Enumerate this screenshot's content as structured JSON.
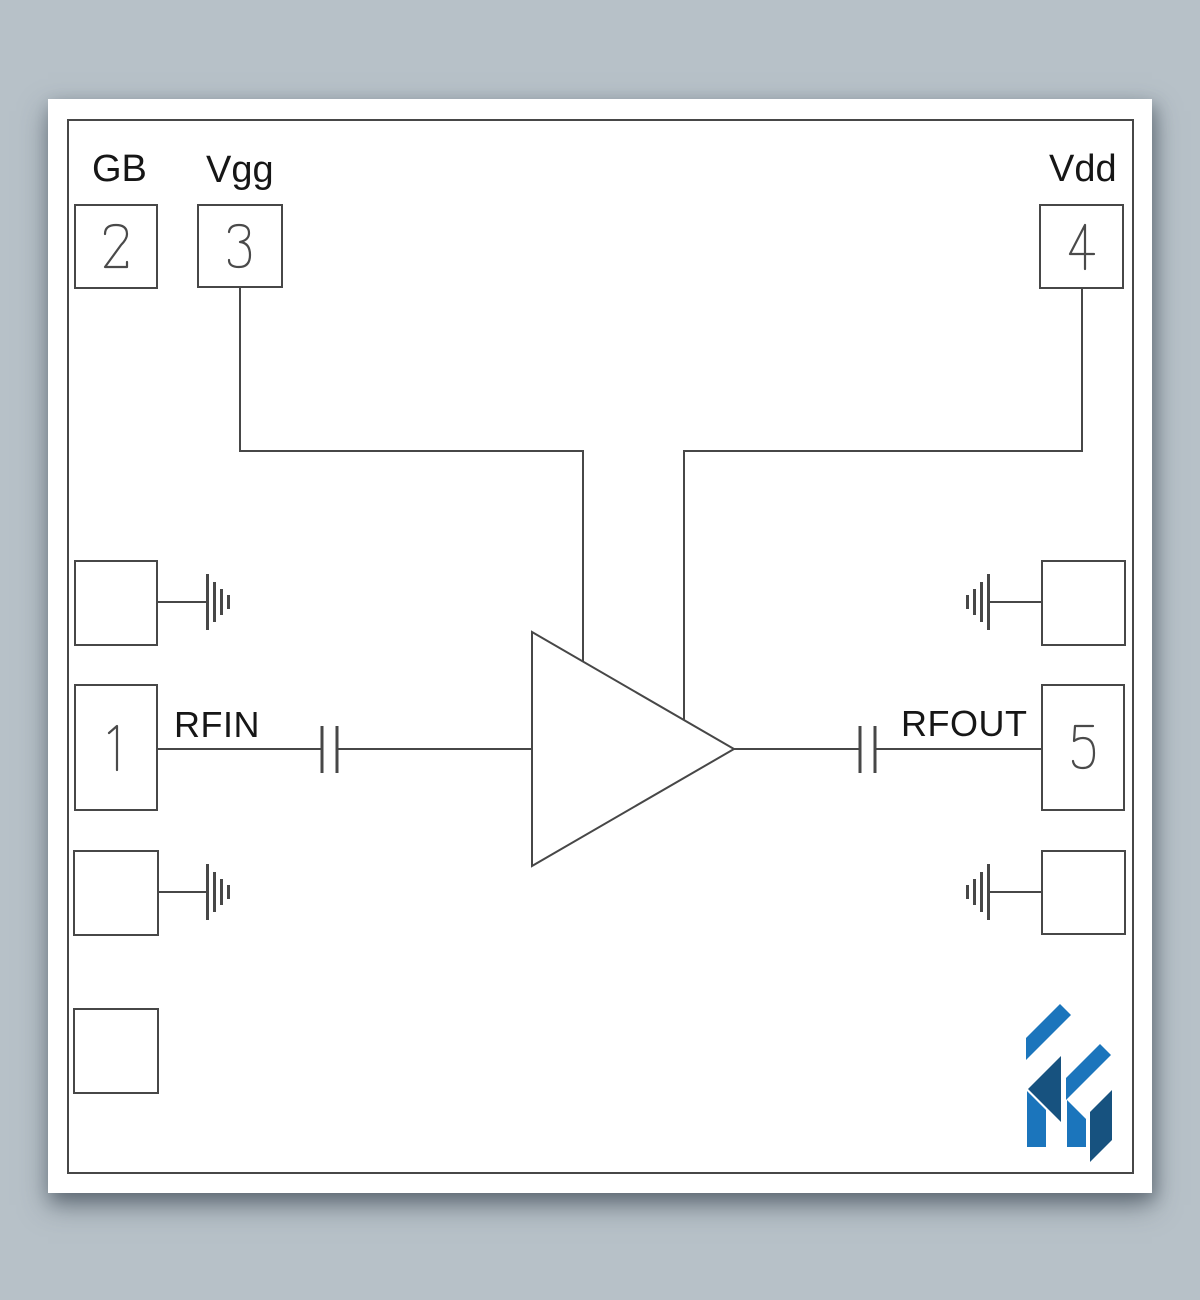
{
  "labels": {
    "gb": "GB",
    "vgg": "Vgg",
    "vdd": "Vdd",
    "rfin": "RFIN",
    "rfout": "RFOUT"
  },
  "pins": {
    "p1": {
      "number": "1",
      "signal": "RFIN"
    },
    "p2": {
      "number": "2",
      "signal": "GB"
    },
    "p3": {
      "number": "3",
      "signal": "Vgg"
    },
    "p4": {
      "number": "4",
      "signal": "Vdd"
    },
    "p5": {
      "number": "5",
      "signal": "RFOUT"
    }
  },
  "symbols": {
    "amplifier": "triangle-amplifier",
    "dc_block": "series-capacitor",
    "ground": "rf-ground-4-bars",
    "logo": "blue-h-logo"
  },
  "colors": {
    "background": "#b7c1c8",
    "sheet": "#ffffff",
    "line": "#474747",
    "text": "#161616",
    "logo_light": "#1b75bc",
    "logo_dark": "#17527f"
  }
}
